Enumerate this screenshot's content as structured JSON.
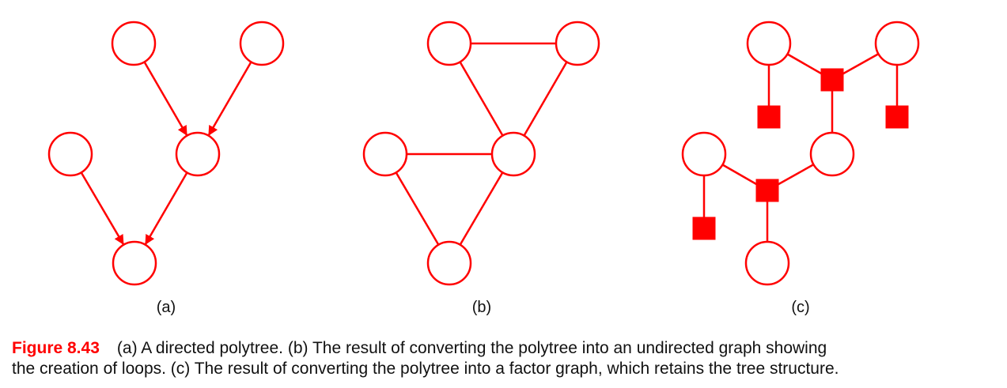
{
  "colors": {
    "accent": "#ff0000",
    "text": "#111111"
  },
  "panels": [
    {
      "label": "(a)",
      "type": "directed polytree",
      "nodes": [
        "n1",
        "n2",
        "n3",
        "n4",
        "n5"
      ],
      "edges": [
        [
          "n1",
          "n4"
        ],
        [
          "n2",
          "n4"
        ],
        [
          "n3",
          "n5"
        ],
        [
          "n4",
          "n5"
        ]
      ]
    },
    {
      "label": "(b)",
      "type": "undirected graph",
      "nodes": [
        "n1",
        "n2",
        "n3",
        "n4",
        "n5"
      ],
      "edges": [
        [
          "n1",
          "n2"
        ],
        [
          "n1",
          "n4"
        ],
        [
          "n2",
          "n4"
        ],
        [
          "n3",
          "n4"
        ],
        [
          "n3",
          "n5"
        ],
        [
          "n4",
          "n5"
        ]
      ]
    },
    {
      "label": "(c)",
      "type": "factor graph",
      "nodes": [
        "n1",
        "n2",
        "n3",
        "n4",
        "n5"
      ],
      "factors": [
        "f1",
        "f2",
        "f3",
        "f4",
        "f5"
      ]
    }
  ],
  "caption": {
    "figure": "Figure 8.43",
    "line1": "(a) A directed polytree. (b) The result of converting the polytree into an undirected graph showing",
    "line2": "the creation of loops. (c) The result of converting the polytree into a factor graph, which retains the tree structure."
  }
}
